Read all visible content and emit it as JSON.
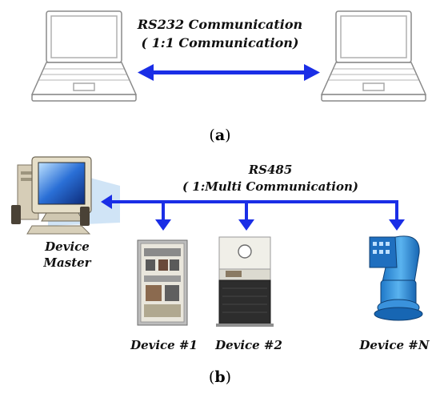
{
  "panel_a": {
    "title_line1": "RS232 Communication",
    "title_line2": "( 1:1 Communication)",
    "caption_open": "(",
    "caption_letter": "a",
    "caption_close": ")"
  },
  "panel_b": {
    "title_line1": "RS485",
    "title_line2": "( 1:Multi Communication)",
    "master_line1": "Device",
    "master_line2": "Master",
    "device1": "Device #1",
    "device2": "Device #2",
    "deviceN": "Device #N",
    "caption_open": "(",
    "caption_letter": "b",
    "caption_close": ")"
  },
  "colors": {
    "link": "#1a2ee6",
    "laptop_stroke": "#8a8a8a"
  }
}
